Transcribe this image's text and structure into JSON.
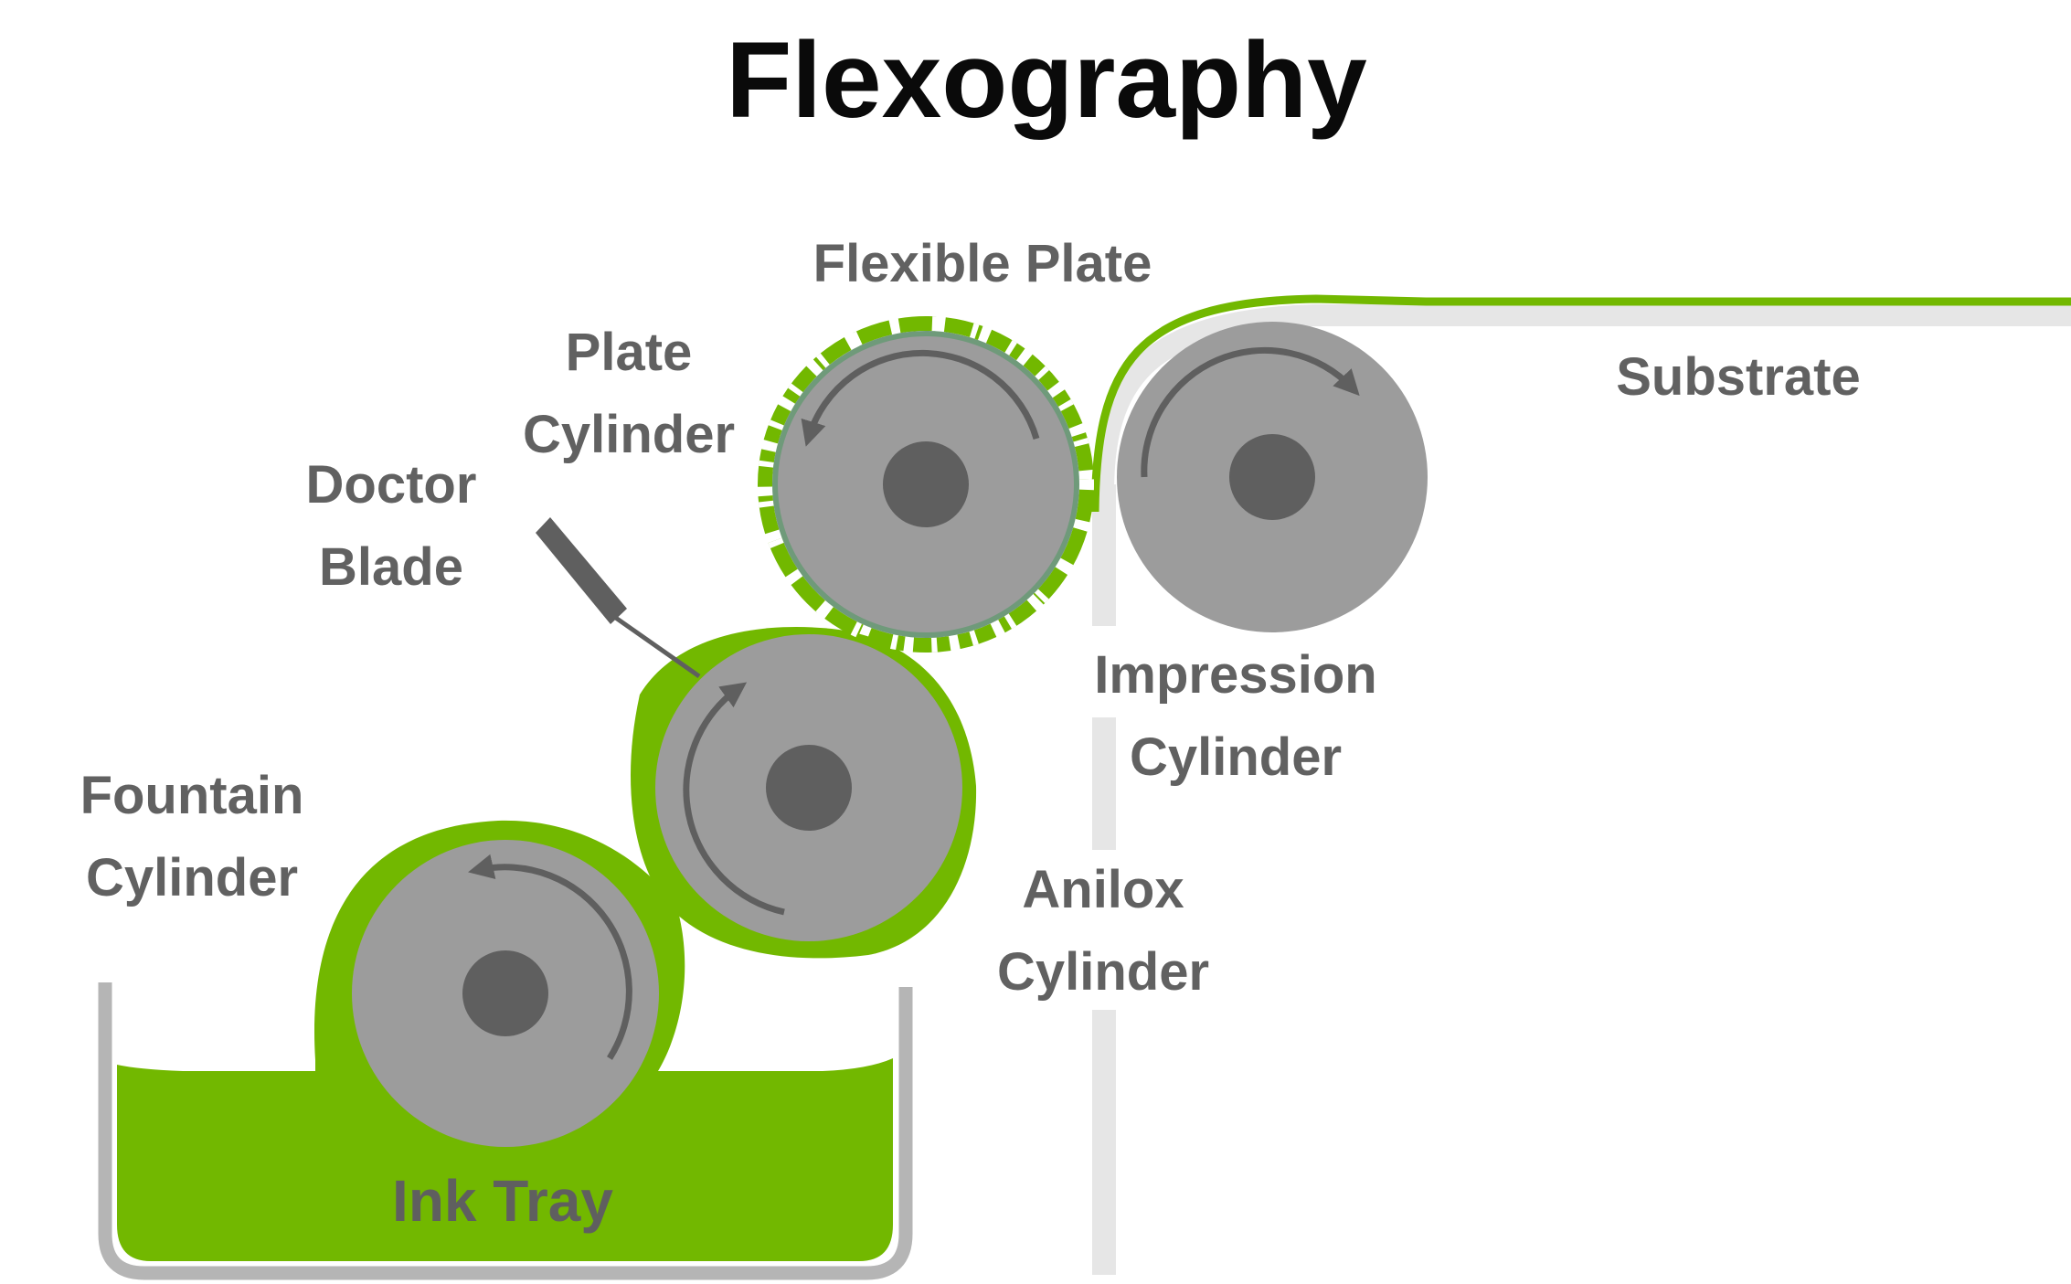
{
  "title": "Flexography",
  "colors": {
    "ink_green": "#72b800",
    "cylinder_gray": "#9c9c9c",
    "hub_gray": "#5f5f5f",
    "frame_gray": "#e6e6e6",
    "tray_gray": "#b5b5b5",
    "label_gray": "#616161"
  },
  "labels": {
    "flexible_plate": "Flexible Plate",
    "plate_cylinder_1": "Plate",
    "plate_cylinder_2": "Cylinder",
    "doctor_blade_1": "Doctor",
    "doctor_blade_2": "Blade",
    "substrate": "Substrate",
    "impression_cylinder_1": "Impression",
    "impression_cylinder_2": "Cylinder",
    "fountain_cylinder_1": "Fountain",
    "fountain_cylinder_2": "Cylinder",
    "anilox_cylinder_1": "Anilox",
    "anilox_cylinder_2": "Cylinder",
    "ink_tray": "Ink Tray"
  }
}
